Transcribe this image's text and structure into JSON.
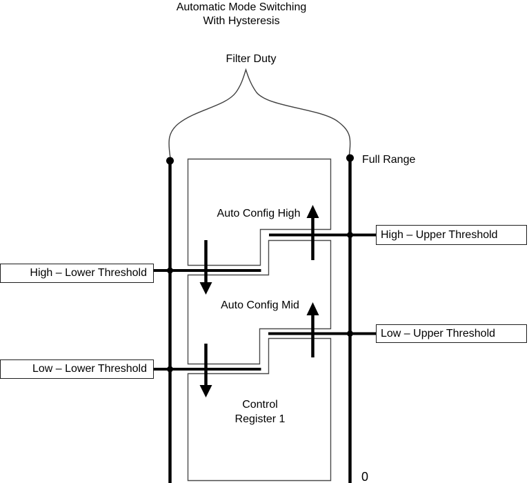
{
  "title": {
    "line1": "Automatic Mode Switching",
    "line2": "With Hysteresis"
  },
  "brace": {
    "label": "Filter Duty"
  },
  "axis": {
    "top_label": "Full Range",
    "bottom_label": "0"
  },
  "boxes": {
    "high": {
      "label": "Auto Config High"
    },
    "mid": {
      "label": "Auto Config Mid"
    },
    "control": {
      "line1": "Control",
      "line2": "Register 1"
    }
  },
  "thresholds": {
    "high_upper": {
      "label": "High – Upper Threshold"
    },
    "high_lower": {
      "label": "High – Lower Threshold"
    },
    "low_upper": {
      "label": "Low – Upper Threshold"
    },
    "low_lower": {
      "label": "Low – Lower Threshold"
    }
  },
  "colors": {
    "ink": "#000000",
    "thin_stroke": "#4a4a4a",
    "background": "#ffffff"
  }
}
